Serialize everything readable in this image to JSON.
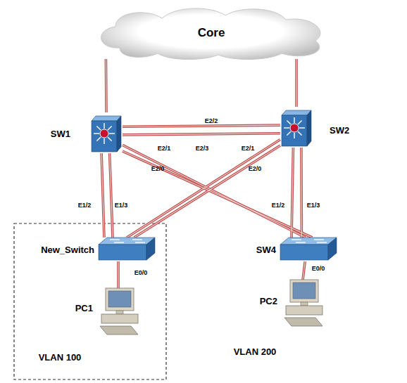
{
  "diagram": {
    "nodes": [
      {
        "text": [
          "Core"
        ]
      },
      {
        "text": [
          "SW1"
        ]
      },
      {
        "text": [
          "SW2"
        ]
      },
      {
        "text": [
          "New_Switch"
        ]
      },
      {
        "text": [
          "SW4"
        ]
      },
      {
        "text": [
          "PC1",
          "VLAN 100"
        ]
      },
      {
        "text": [
          "PC2",
          "VLAN 200"
        ]
      }
    ],
    "edges": [
      {
        "from": 0,
        "to": 1,
        "arrow": "none"
      },
      {
        "from": 0,
        "to": 2,
        "arrow": "none"
      },
      {
        "from": 1,
        "to": 2,
        "arrow": "none"
      },
      {
        "from": 1,
        "to": 2,
        "arrow": "none"
      },
      {
        "from": 1,
        "to": 3,
        "arrow": "none"
      },
      {
        "from": 1,
        "to": 3,
        "arrow": "none"
      },
      {
        "from": 2,
        "to": 4,
        "arrow": "none"
      },
      {
        "from": 2,
        "to": 4,
        "arrow": "none"
      },
      {
        "from": 1,
        "to": 4,
        "arrow": "none"
      },
      {
        "from": 1,
        "to": 4,
        "arrow": "none"
      },
      {
        "from": 2,
        "to": 3,
        "arrow": "none"
      },
      {
        "from": 2,
        "to": 3,
        "arrow": "none"
      },
      {
        "from": 3,
        "to": 5,
        "arrow": "none"
      },
      {
        "from": 4,
        "to": 6,
        "arrow": "none"
      }
    ],
    "labels": [
      "E2/2",
      "E2/1",
      "E2/3",
      "E2/1",
      "E2/0",
      "E2/0",
      "E1/2",
      "E1/3",
      "E1/2",
      "E1/3",
      "E0/0",
      "E0/0"
    ]
  }
}
